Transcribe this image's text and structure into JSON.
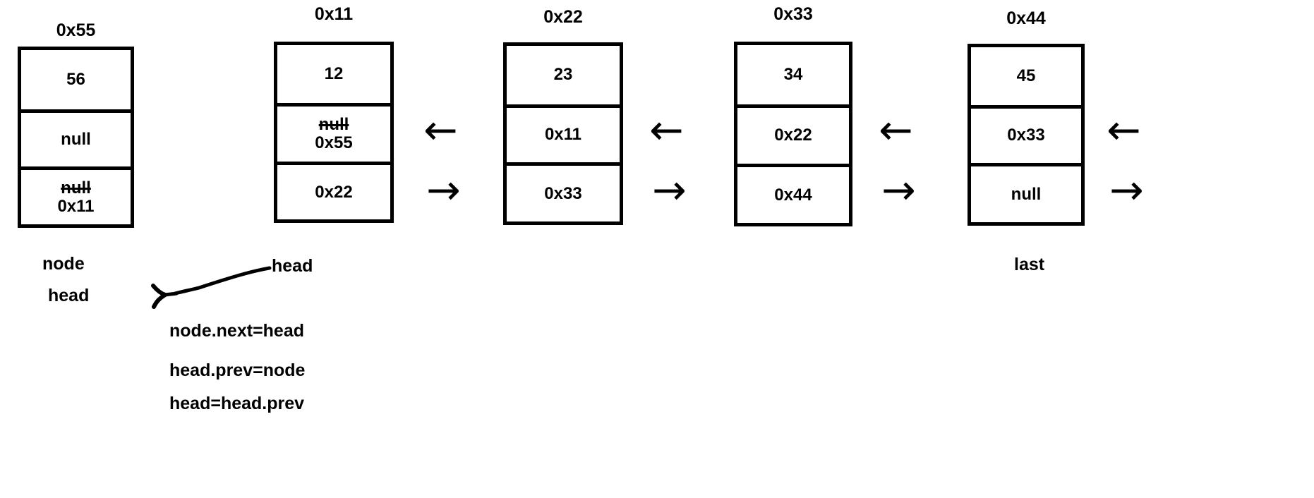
{
  "diagram": {
    "title_type": "doubly-linked-list-insert-at-head",
    "nodes": [
      {
        "address": "0x55",
        "data": "56",
        "prev": "null",
        "prev_struck": null,
        "next_struck": "null",
        "next": "0x11",
        "bottom_labels": [
          "node",
          "head"
        ]
      },
      {
        "address": "0x11",
        "data": "12",
        "prev_struck": "null",
        "prev": "0x55",
        "next_struck": null,
        "next": "0x22",
        "bottom_labels": []
      },
      {
        "address": "0x22",
        "data": "23",
        "prev_struck": null,
        "prev": "0x11",
        "next_struck": null,
        "next": "0x33",
        "bottom_labels": []
      },
      {
        "address": "0x33",
        "data": "34",
        "prev_struck": null,
        "prev": "0x22",
        "next_struck": null,
        "next": "0x44",
        "bottom_labels": []
      },
      {
        "address": "0x44",
        "data": "45",
        "prev_struck": null,
        "prev": "0x33",
        "next_struck": null,
        "next": "null",
        "bottom_labels": [
          "last"
        ]
      }
    ],
    "connectors": [
      {
        "left_arrow": "←",
        "right_arrow": "→"
      },
      {
        "left_arrow": "←",
        "right_arrow": "→"
      },
      {
        "left_arrow": "←",
        "right_arrow": "→"
      },
      {
        "left_arrow": "←",
        "right_arrow": "→"
      }
    ],
    "annotations": {
      "node_label": "node",
      "head_label_left": "head",
      "head_label_right": "head",
      "last_label": "last"
    },
    "code_lines": [
      "node.next=head",
      "head.prev=node",
      "head=head.prev"
    ],
    "colors": {
      "ink": "#000000",
      "background": "#ffffff"
    }
  }
}
